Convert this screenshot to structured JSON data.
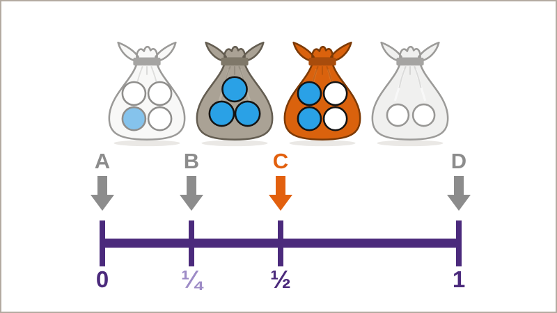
{
  "frame": {
    "background": "#ffffff",
    "border_color": "#b3aaa1"
  },
  "scene_title": "fraction-bags-number-line",
  "bags": [
    {
      "name": "bag-above-A",
      "fill": "#f8f8f7",
      "outline": "#9b9a98",
      "band": "#a5a4a2",
      "highlight": "#ffffff",
      "shadow": "#eae8e5",
      "layout": "grid2x2",
      "counter_stroke": "#8f8e8c",
      "counters": [
        "white",
        "white",
        "lightblue",
        "white"
      ]
    },
    {
      "name": "bag-above-B",
      "fill": "#aaa295",
      "outline": "#645d51",
      "band": "#7f7869",
      "highlight": "#c8c1b5",
      "shadow": "#eae8e5",
      "layout": "triangle3",
      "counter_stroke": "#141414",
      "counters": [
        "blue",
        "blue",
        "blue"
      ]
    },
    {
      "name": "bag-above-C",
      "fill": "#da620d",
      "outline": "#7c3a06",
      "band": "#a84c0c",
      "highlight": "#ef8637",
      "shadow": "#eae8e5",
      "layout": "grid2x2",
      "counter_stroke": "#141414",
      "counters": [
        "blue",
        "white",
        "blue",
        "white"
      ]
    },
    {
      "name": "bag-above-D",
      "fill": "#f0f0ef",
      "outline": "#9c9b99",
      "band": "#a5a4a2",
      "highlight": "#ffffff",
      "shadow": "#eae8e5",
      "layout": "row2",
      "counter_stroke": "#989795",
      "counters": [
        "white",
        "white"
      ]
    }
  ],
  "counter_colors": {
    "blue": "#2aa1e6",
    "lightblue": "#85c3ec",
    "white": "#ffffff"
  },
  "markers": [
    {
      "label": "A",
      "color": "#8c8c8c",
      "points_to": "0"
    },
    {
      "label": "B",
      "color": "#8c8c8c",
      "points_to": "1/4"
    },
    {
      "label": "C",
      "color": "#e2600e",
      "points_to": "1/2"
    },
    {
      "label": "D",
      "color": "#8c8c8c",
      "points_to": "1"
    }
  ],
  "number_line": {
    "color": "#4b2a7c",
    "range": [
      0,
      1
    ],
    "ticks": [
      {
        "label": "0",
        "value": 0,
        "color": "#4b2a7c"
      },
      {
        "label": "¼",
        "value": 0.25,
        "color": "#9d8bc6"
      },
      {
        "label": "½",
        "value": 0.5,
        "color": "#4b2a7c"
      },
      {
        "label": "1",
        "value": 1,
        "color": "#4b2a7c"
      }
    ]
  }
}
